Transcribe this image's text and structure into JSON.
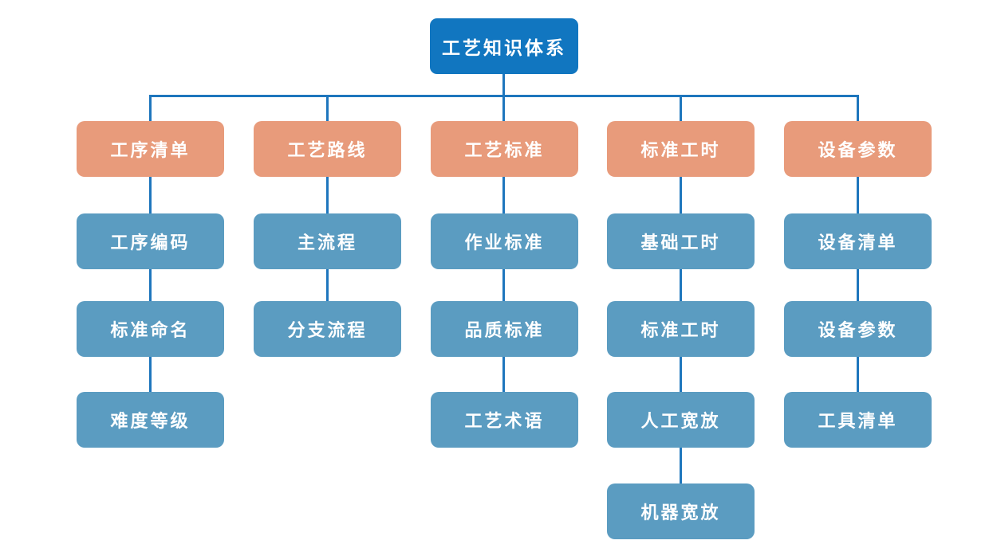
{
  "diagram": {
    "title": "工艺知识体系",
    "root": {
      "label": "工艺知识体系"
    },
    "branches": [
      {
        "label": "工序清单",
        "children": [
          "工序编码",
          "标准命名",
          "难度等级"
        ]
      },
      {
        "label": "工艺路线",
        "children": [
          "主流程",
          "分支流程"
        ]
      },
      {
        "label": "工艺标准",
        "children": [
          "作业标准",
          "品质标准",
          "工艺术语"
        ]
      },
      {
        "label": "标准工时",
        "children": [
          "基础工时",
          "标准工时",
          "人工宽放",
          "机器宽放"
        ]
      },
      {
        "label": "设备参数",
        "children": [
          "设备清单",
          "设备参数",
          "工具清单"
        ]
      }
    ],
    "colors": {
      "root_bg": "#1176C0",
      "branch_bg": "#E89B7B",
      "child_bg": "#5B9CC1",
      "connector": "#1E76BD",
      "text": "#FFFFFF",
      "background": "#FFFFFF"
    }
  }
}
